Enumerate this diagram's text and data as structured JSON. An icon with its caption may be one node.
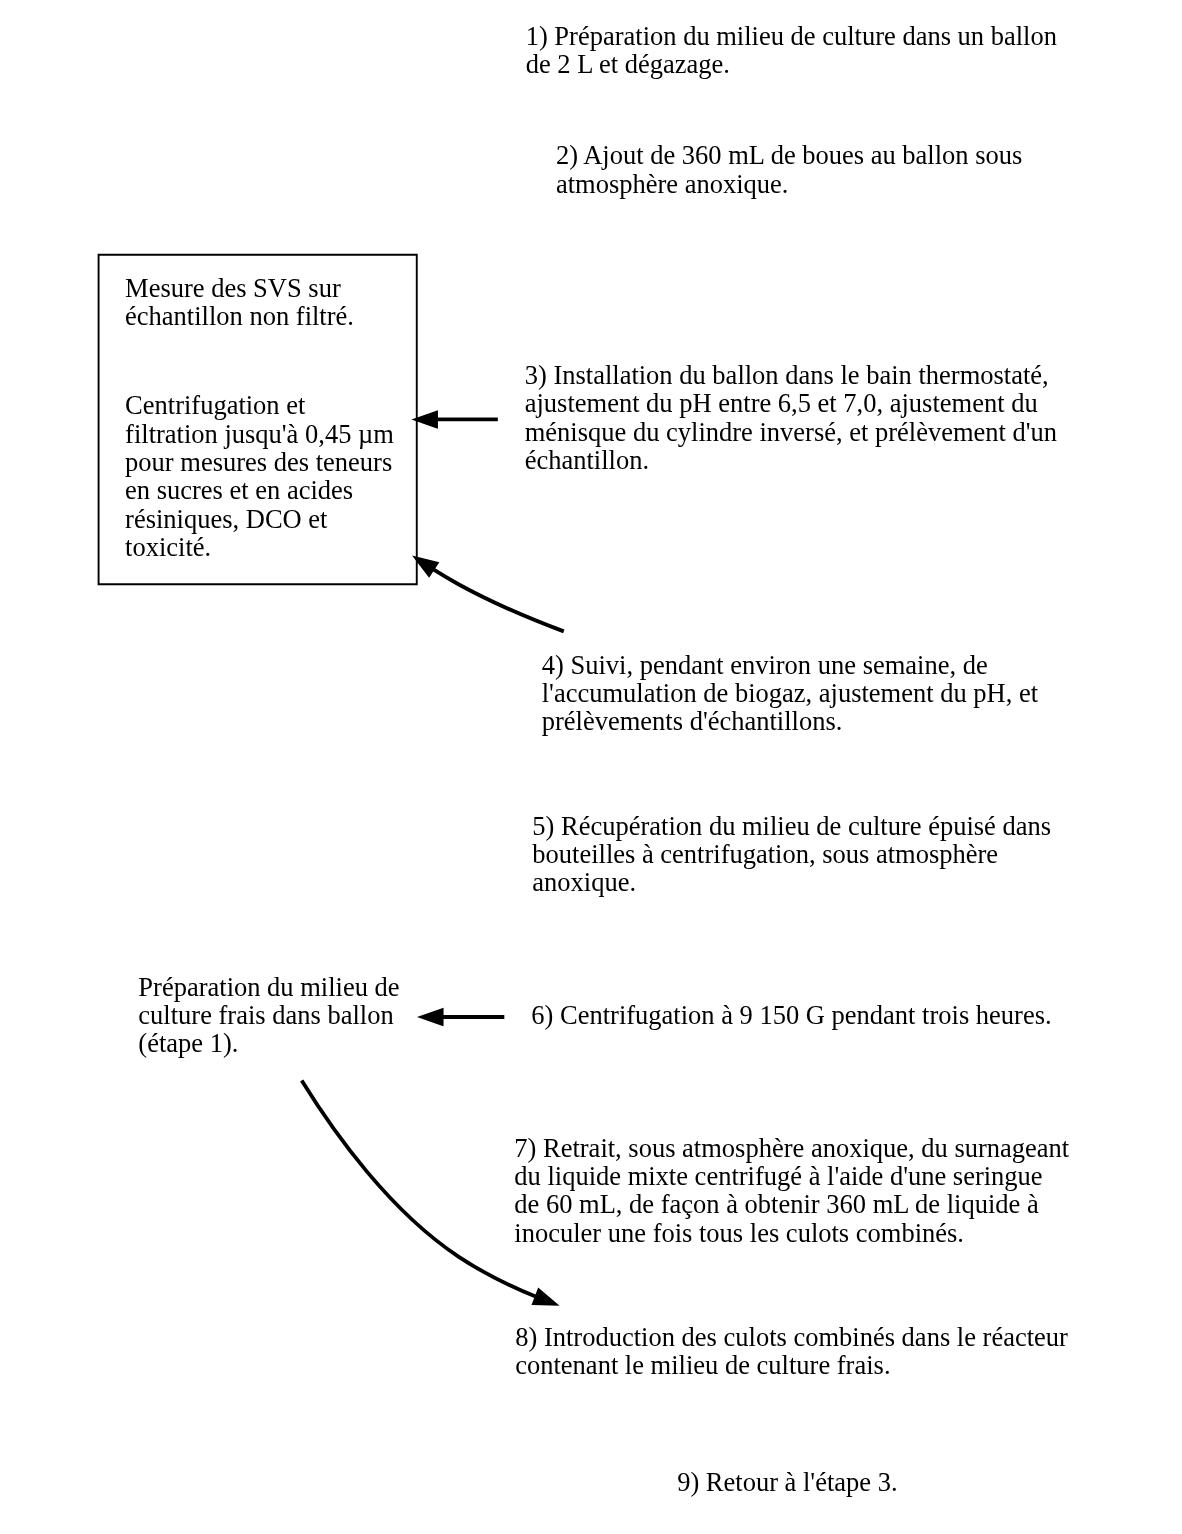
{
  "diagram": {
    "nodes": [
      {
        "text": [
          "3) Installation du ballon dans le bain thermostaté, ajustement du pH entre 6,5 et 7,0, ajustement du ménisque du cylindre inversé, et prélèvement d'un échantillon."
        ]
      },
      {
        "text": [
          "4) Suivi, pendant environ une semaine, de l'accumulation de biogaz, ajustement du pH, et prélèvements d'échantillons."
        ]
      },
      {
        "text": [
          "Mesure des SVS sur échantillon non filtré.",
          "Centrifugation et filtration jusqu'à 0,45 µm pour mesures des teneurs en sucres et en acides résiniques, DCO et toxicité."
        ]
      },
      {
        "text": [
          "6) Centrifugation à 9 150 G pendant trois heures."
        ]
      },
      {
        "text": [
          "Préparation du milieu de culture frais dans ballon (étape 1)."
        ]
      },
      {
        "text": [
          "8) Introduction des culots combinés dans le réacteur contenant le milieu de culture frais."
        ]
      }
    ],
    "edges": [
      {
        "from": 0,
        "to": 2,
        "arrow": "to"
      },
      {
        "from": 1,
        "to": 2,
        "arrow": "to"
      },
      {
        "from": 3,
        "to": 4,
        "arrow": "to"
      },
      {
        "from": 4,
        "to": 5,
        "arrow": "to"
      }
    ],
    "labels": [
      "1) Préparation du milieu de culture dans un ballon de 2 L et dégazage.",
      "2) Ajout de 360 mL de boues au ballon sous atmosphère anoxique.",
      "5) Récupération du milieu de culture épuisé dans bouteilles à centrifugation, sous atmosphère anoxique.",
      "7) Retrait, sous atmosphère anoxique, du surnageant du liquide mixte centrifugé à l'aide d'une seringue de 60 mL, de façon à obtenir 360 mL de liquide à inoculer une fois tous les culots combinés.",
      "9) Retour à l'étape 3."
    ]
  }
}
